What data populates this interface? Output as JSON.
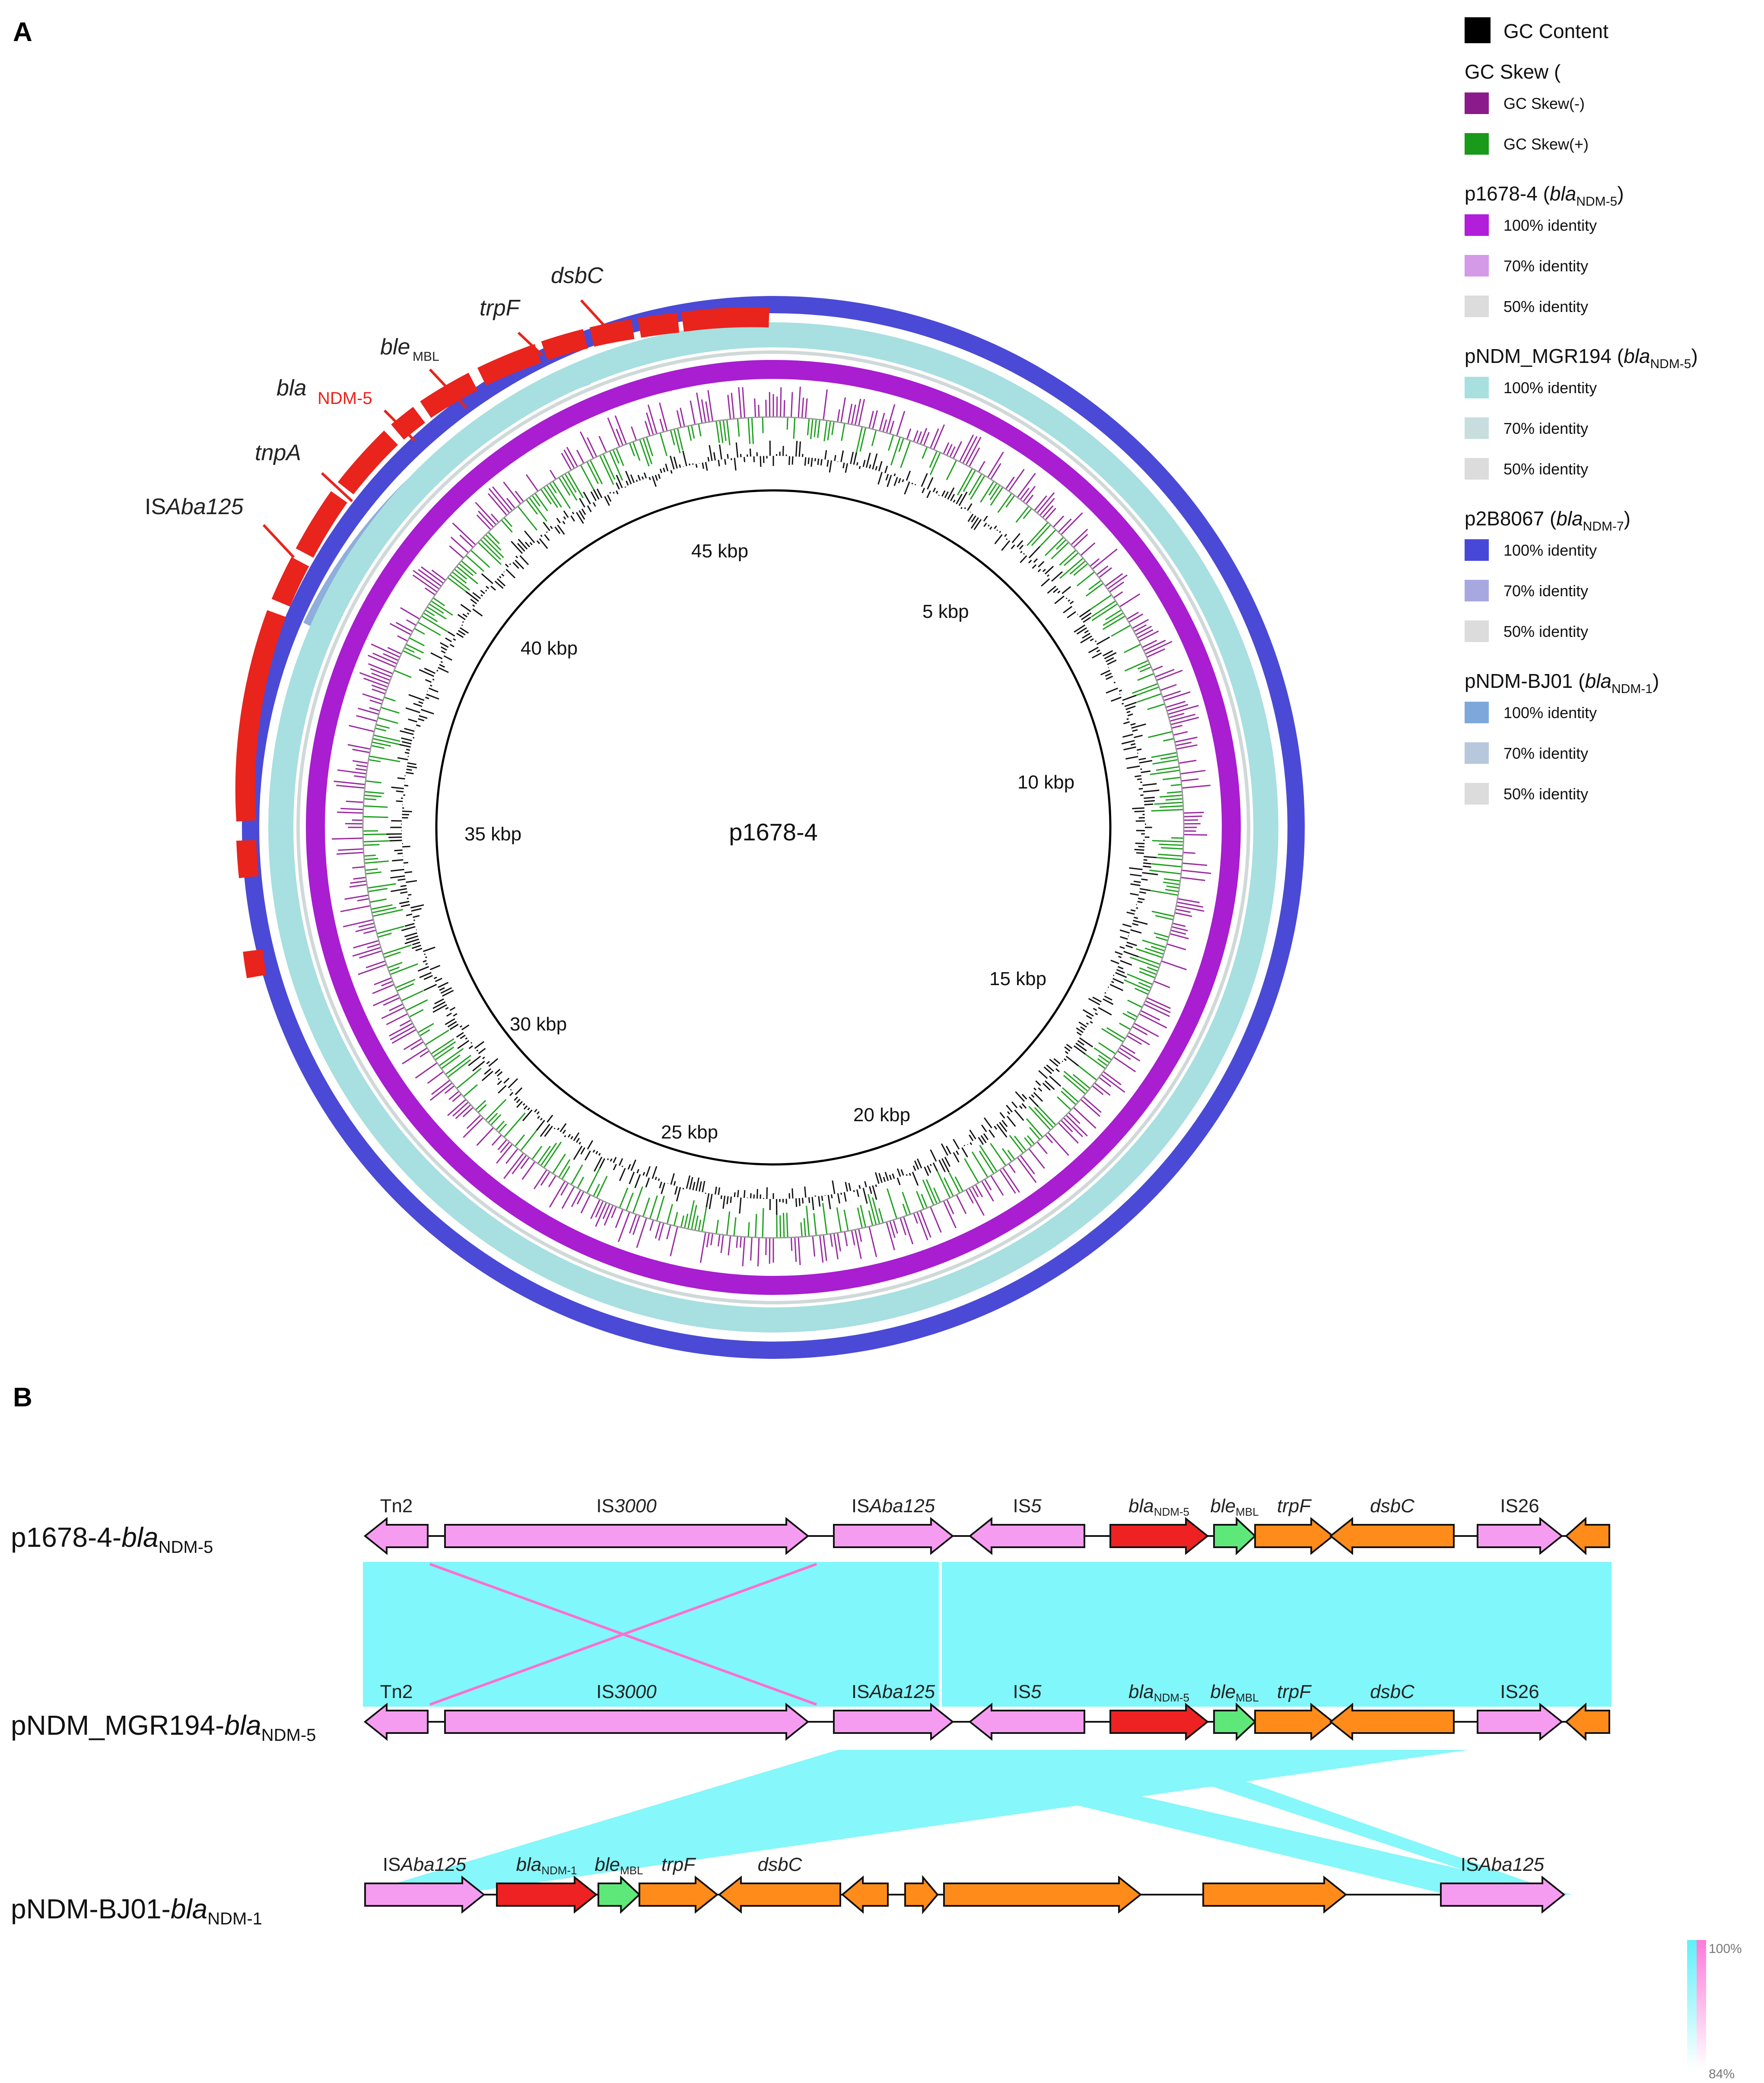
{
  "panels": {
    "a": "A",
    "b": "B"
  },
  "circle": {
    "title": "p1678-4",
    "ticks": [
      "45 kbp",
      "5 kbp",
      "10 kbp",
      "15 kbp",
      "20 kbp",
      "25 kbp",
      "30 kbp",
      "35 kbp",
      "40 kbp"
    ],
    "annotations": [
      {
        "name": "dsbC",
        "italic": true,
        "sub": "",
        "color": "#222222"
      },
      {
        "name": "trpF",
        "italic": true,
        "sub": "",
        "color": "#222222"
      },
      {
        "name": "ble",
        "italic": true,
        "sub": "MBL",
        "color": "#222222"
      },
      {
        "name": "bla",
        "italic": true,
        "sub": "NDM-5",
        "color": "#e8241c"
      },
      {
        "name": "tnpA",
        "italic": true,
        "sub": "",
        "color": "#222222"
      },
      {
        "name": "ISAba125",
        "italic": false,
        "sub": "",
        "color": "#222222"
      }
    ]
  },
  "legend": [
    {
      "type": "item",
      "label": "GC Content",
      "color": "#000000",
      "big": true
    },
    {
      "type": "header",
      "label": "GC Skew"
    },
    {
      "type": "item",
      "label": "GC Skew(-)",
      "color": "#8b1a8b"
    },
    {
      "type": "item",
      "label": "GC Skew(+)",
      "color": "#1a9a1a"
    },
    {
      "type": "header",
      "label": "p1678-4",
      "gene": "bla",
      "sub": "NDM-5"
    },
    {
      "type": "item",
      "label": "100% identity",
      "color": "#b21ed9"
    },
    {
      "type": "item",
      "label": "70% identity",
      "color": "#d49ae8"
    },
    {
      "type": "item",
      "label": "50% identity",
      "color": "#dcdcdc"
    },
    {
      "type": "header",
      "label": "pNDM_MGR194",
      "gene": "bla",
      "sub": "NDM-5"
    },
    {
      "type": "item",
      "label": "100% identity",
      "color": "#a8e0e0"
    },
    {
      "type": "item",
      "label": "70% identity",
      "color": "#c8dede"
    },
    {
      "type": "item",
      "label": "50% identity",
      "color": "#dcdcdc"
    },
    {
      "type": "header",
      "label": "p2B8067",
      "gene": "bla",
      "sub": "NDM-7"
    },
    {
      "type": "item",
      "label": "100% identity",
      "color": "#4848d8"
    },
    {
      "type": "item",
      "label": "70% identity",
      "color": "#a8a8e0"
    },
    {
      "type": "item",
      "label": "50% identity",
      "color": "#dcdcdc"
    },
    {
      "type": "header",
      "label": "pNDM-BJ01",
      "gene": "bla",
      "sub": "NDM-1"
    },
    {
      "type": "item",
      "label": "100% identity",
      "color": "#7ea8dc"
    },
    {
      "type": "item",
      "label": "70% identity",
      "color": "#b8c8dc"
    },
    {
      "type": "item",
      "label": "50% identity",
      "color": "#dcdcdc"
    }
  ],
  "tracks": [
    {
      "name": "p1678-4-",
      "gene": "bla",
      "sub": "NDM-5"
    },
    {
      "name": "pNDM_MGR194-",
      "gene": "bla",
      "sub": "NDM-5"
    },
    {
      "name": "pNDM-BJ01-",
      "gene": "bla",
      "sub": "NDM-1"
    }
  ],
  "track_genes": {
    "t1": [
      {
        "label": "Tn2",
        "italic_part": "",
        "sub": "",
        "color": "#f59cf0",
        "dir": "left"
      },
      {
        "label": "IS",
        "italic_part": "3000",
        "sub": "",
        "color": "#f59cf0",
        "dir": "right"
      },
      {
        "label": "IS",
        "italic_part": "Aba125",
        "sub": "",
        "color": "#f59cf0",
        "dir": "right"
      },
      {
        "label": "IS",
        "italic_part": "5",
        "sub": "",
        "color": "#f59cf0",
        "dir": "left"
      },
      {
        "label": "",
        "italic_part": "bla",
        "sub": "NDM-5",
        "color": "#ee2222",
        "dir": "right"
      },
      {
        "label": "",
        "italic_part": "ble",
        "sub": "MBL",
        "color": "#5fe87a",
        "dir": "right"
      },
      {
        "label": "",
        "italic_part": "trpF",
        "sub": "",
        "color": "#ff8c1a",
        "dir": "right"
      },
      {
        "label": "",
        "italic_part": "dsbC",
        "sub": "",
        "color": "#ff8c1a",
        "dir": "left"
      },
      {
        "label": "IS26",
        "italic_part": "",
        "sub": "",
        "color": "#f59cf0",
        "dir": "right"
      },
      {
        "label": "",
        "italic_part": "",
        "sub": "",
        "color": "#ff8c1a",
        "dir": "left"
      }
    ],
    "t3": [
      {
        "label": "IS",
        "italic_part": "Aba125",
        "sub": "",
        "color": "#f59cf0",
        "dir": "right"
      },
      {
        "label": "",
        "italic_part": "bla",
        "sub": "NDM-1",
        "color": "#ee2222",
        "dir": "right"
      },
      {
        "label": "",
        "italic_part": "ble",
        "sub": "MBL",
        "color": "#5fe87a",
        "dir": "right"
      },
      {
        "label": "",
        "italic_part": "trpF",
        "sub": "",
        "color": "#ff8c1a",
        "dir": "right"
      },
      {
        "label": "",
        "italic_part": "dsbC",
        "sub": "",
        "color": "#ff8c1a",
        "dir": "left"
      },
      {
        "label": "",
        "italic_part": "",
        "sub": "",
        "color": "#ff8c1a",
        "dir": "left"
      },
      {
        "label": "",
        "italic_part": "",
        "sub": "",
        "color": "#ff8c1a",
        "dir": "right"
      },
      {
        "label": "",
        "italic_part": "",
        "sub": "",
        "color": "#ff8c1a",
        "dir": "right"
      },
      {
        "label": "",
        "italic_part": "",
        "sub": "",
        "color": "#ff8c1a",
        "dir": "right"
      },
      {
        "label": "IS",
        "italic_part": "Aba125",
        "sub": "",
        "color": "#f59cf0",
        "dir": "right"
      }
    ]
  },
  "scale": {
    "top": "100%",
    "bottom": "84%"
  },
  "colors": {
    "blast_cyan": "#80f7fa",
    "inverted_pink": "#ff6fd0",
    "ring_blue": "#4a4ad6",
    "ring_cyan": "#a8dfe0",
    "ring_purple": "#a81ed0",
    "gene_red": "#e8241c"
  }
}
